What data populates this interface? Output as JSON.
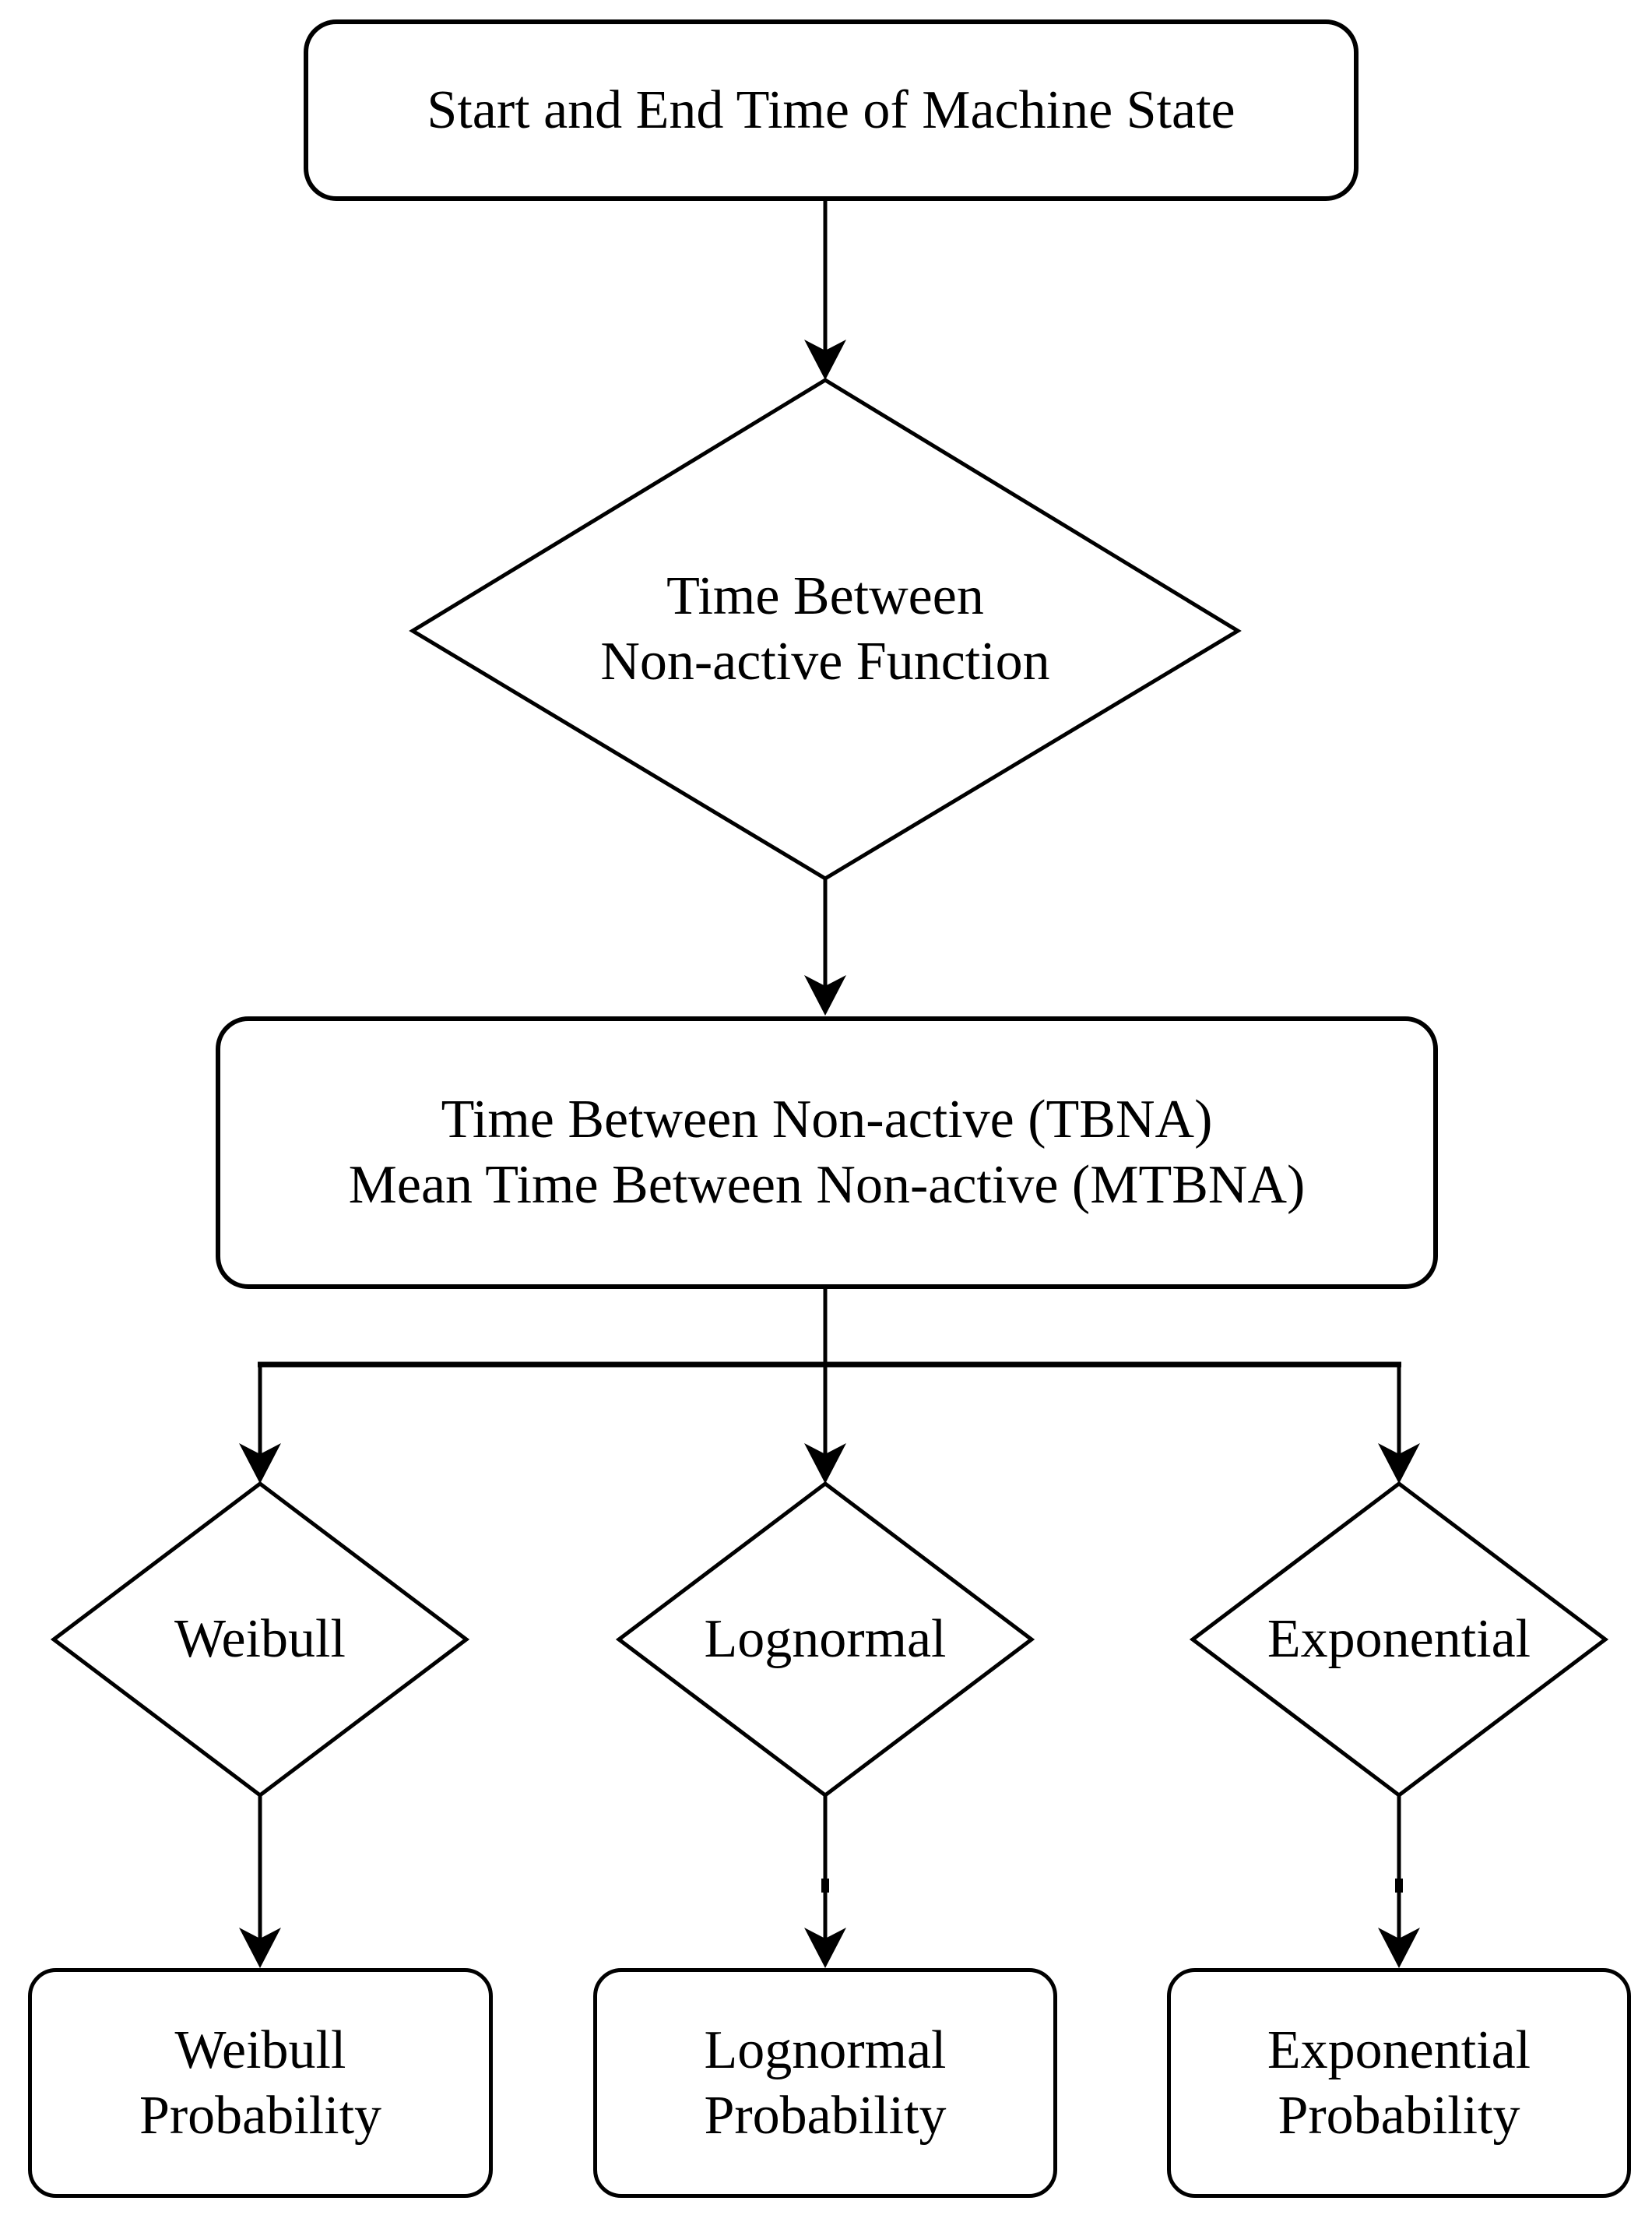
{
  "figure": {
    "background_color": "#ffffff",
    "stroke_color": "#000000",
    "text_color": "#000000",
    "nodes": {
      "start": {
        "shape": "rounded-rectangle",
        "label": "Start and End Time of Machine State"
      },
      "tbna_function": {
        "shape": "diamond",
        "label": "Time Between\nNon-active Function"
      },
      "tbna_calc": {
        "shape": "rounded-rectangle",
        "label": "Time Between Non-active (TBNA)\nMean Time Between Non-active (MTBNA)"
      },
      "weibull": {
        "shape": "diamond",
        "label": "Weibull"
      },
      "lognormal": {
        "shape": "diamond",
        "label": "Lognormal"
      },
      "exponential": {
        "shape": "diamond",
        "label": "Exponential"
      },
      "weibull_probability": {
        "shape": "rounded-rectangle",
        "label": "Weibull\nProbability"
      },
      "lognormal_probability": {
        "shape": "rounded-rectangle",
        "label": "Lognormal\nProbability"
      },
      "exponential_probability": {
        "shape": "rounded-rectangle",
        "label": "Exponential\nProbability"
      }
    },
    "edges": [
      {
        "from": "start",
        "to": "tbna_function"
      },
      {
        "from": "tbna_function",
        "to": "tbna_calc"
      },
      {
        "from": "tbna_calc",
        "to": "weibull"
      },
      {
        "from": "tbna_calc",
        "to": "lognormal"
      },
      {
        "from": "tbna_calc",
        "to": "exponential"
      },
      {
        "from": "weibull",
        "to": "weibull_probability"
      },
      {
        "from": "lognormal",
        "to": "lognormal_probability"
      },
      {
        "from": "exponential",
        "to": "exponential_probability"
      }
    ]
  }
}
